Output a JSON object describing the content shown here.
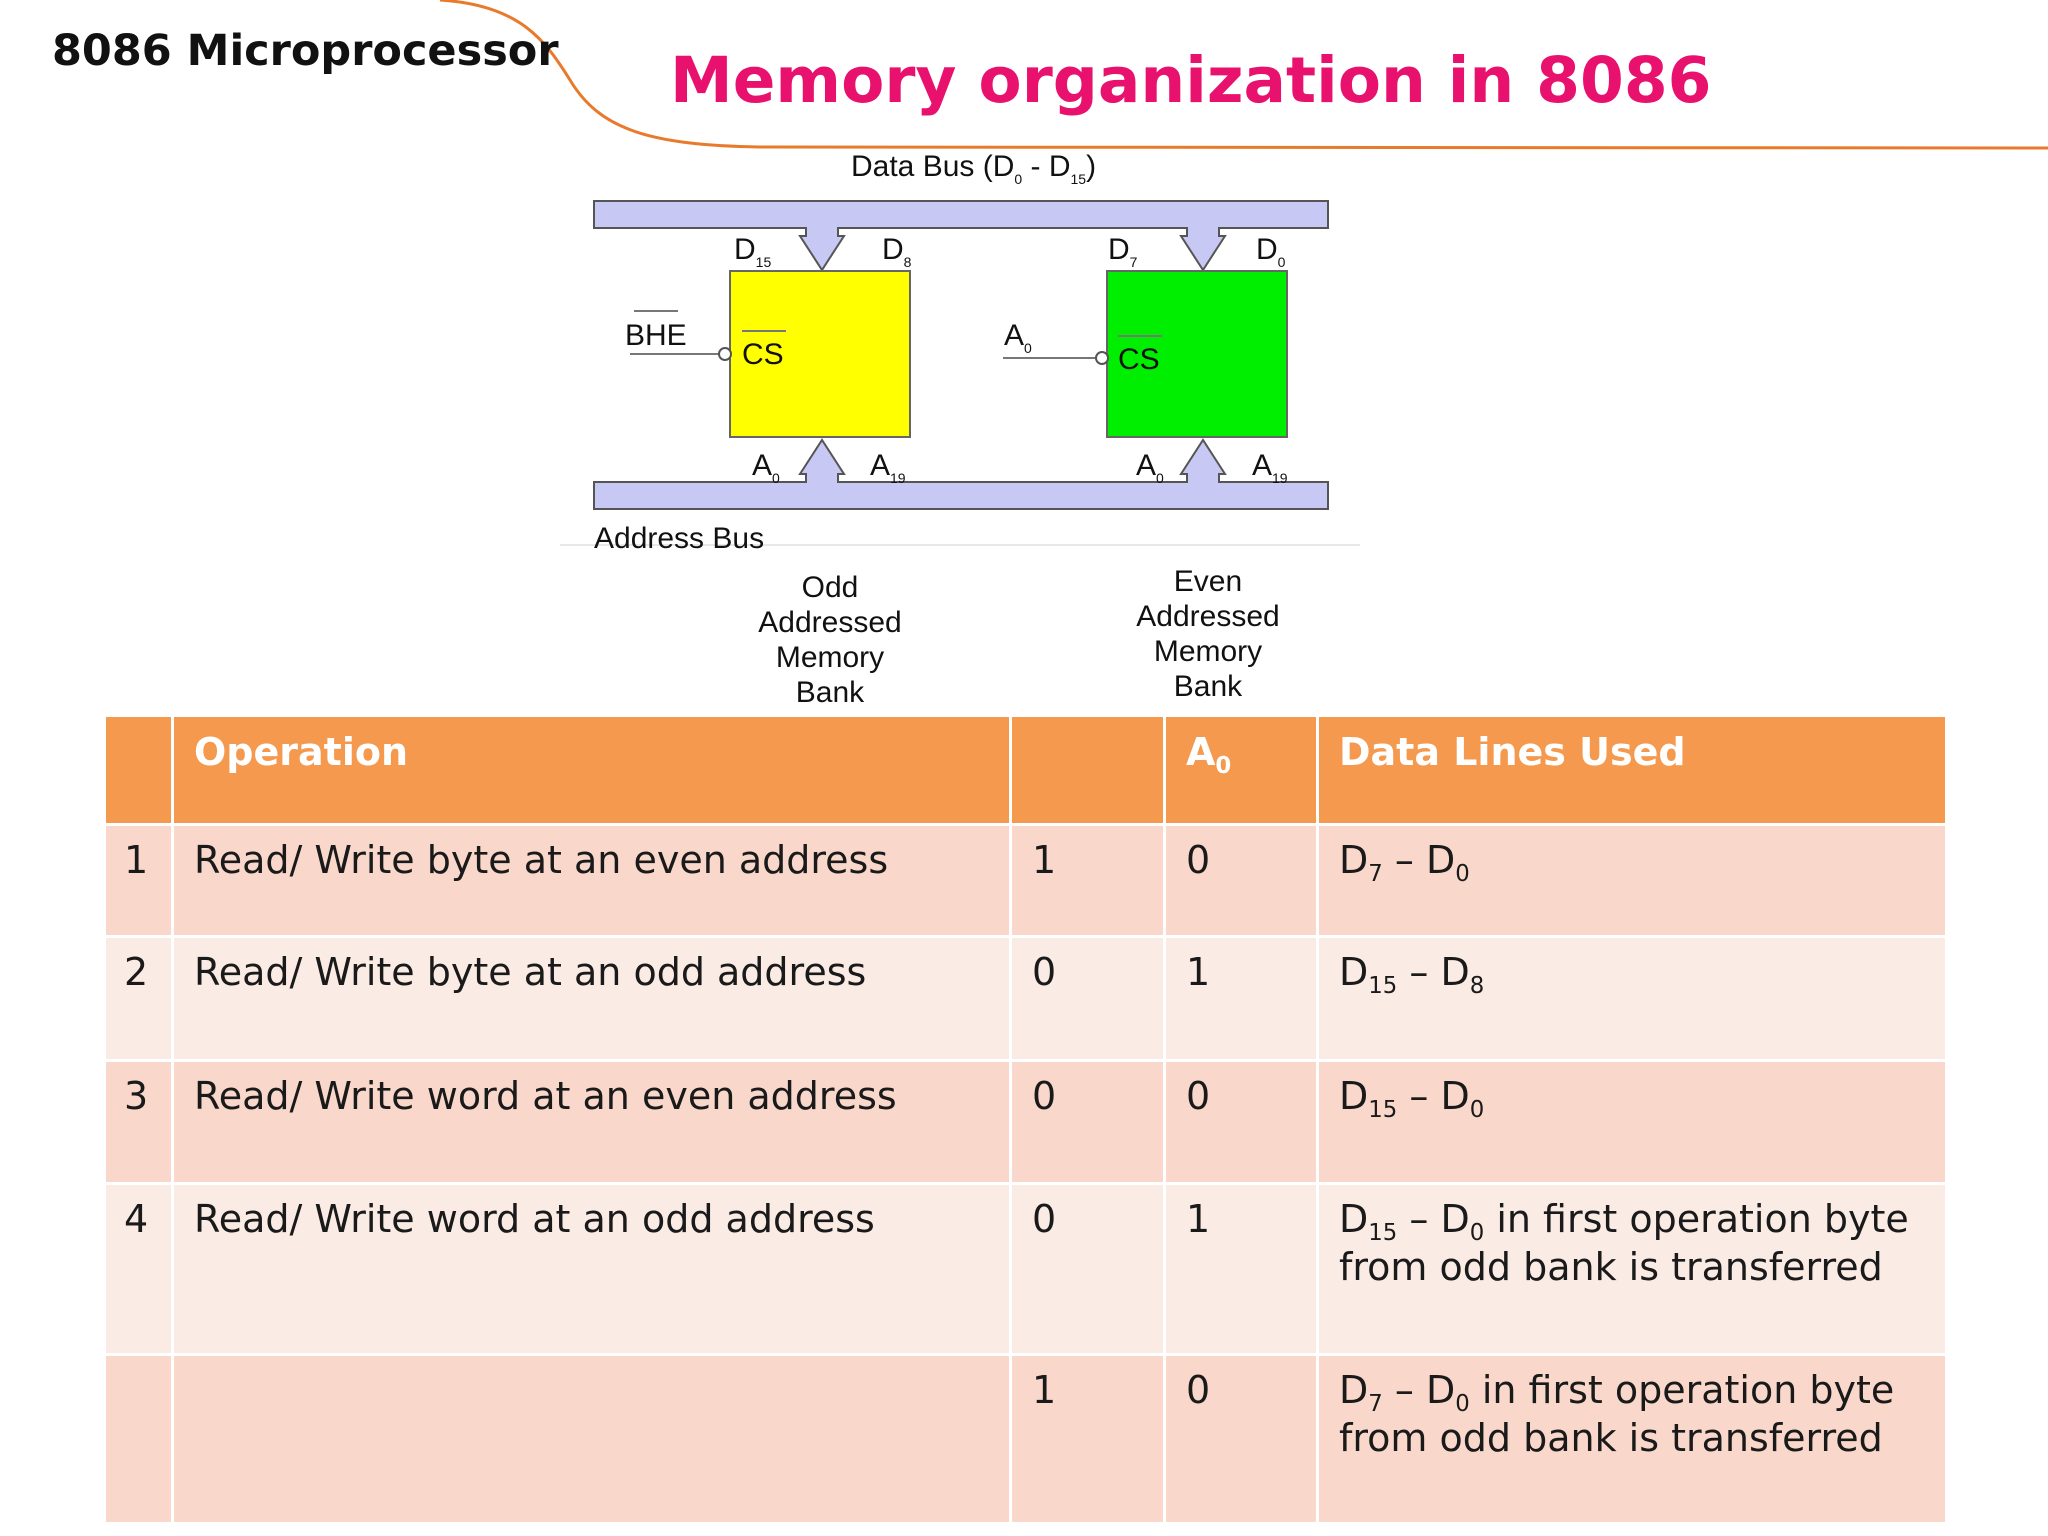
{
  "header": {
    "app_title": "8086 Microprocessor",
    "slide_title": "Memory organization in 8086",
    "accent_color": "#e8126e",
    "curve_color": "#e87a2c"
  },
  "diagram": {
    "data_bus_label": "Data Bus (D",
    "data_bus_sub_a": "0",
    "data_bus_mid": " - D",
    "data_bus_sub_b": "15",
    "data_bus_end": ")",
    "address_bus_label": "Address Bus",
    "odd_bank": {
      "color": "#ffff00",
      "cs": "CS",
      "select_signal": "BHE",
      "d_high": "D",
      "d_high_sub": "15",
      "d_low": "D",
      "d_low_sub": "8",
      "a_low": "A",
      "a_low_sub": "0",
      "a_high": "A",
      "a_high_sub": "19",
      "label": "Odd\nAddressed\nMemory\nBank"
    },
    "even_bank": {
      "color": "#00ee00",
      "cs": "CS",
      "select_signal": "A",
      "select_signal_sub": "0",
      "d_high": "D",
      "d_high_sub": "7",
      "d_low": "D",
      "d_low_sub": "0",
      "a_low": "A",
      "a_low_sub": "0",
      "a_high": "A",
      "a_high_sub": "19",
      "label": "Even\nAddressed\nMemory\nBank"
    },
    "bus_color": "#c8c8f4"
  },
  "table": {
    "headers": {
      "index": "",
      "operation": "Operation",
      "bhe": "",
      "a0": "A",
      "a0_sub": "0",
      "data_lines": "Data Lines Used"
    },
    "header_color": "#f4994e",
    "rows": [
      {
        "index": "1",
        "operation": "Read/ Write byte at an even address",
        "bhe": "1",
        "a0": "0",
        "d1": "D",
        "d1_sub": "7",
        "dash": " – ",
        "d2": "D",
        "d2_sub": "0",
        "rest": ""
      },
      {
        "index": "2",
        "operation": "Read/ Write byte at an odd address",
        "bhe": "0",
        "a0": "1",
        "d1": "D",
        "d1_sub": "15",
        "dash": " – ",
        "d2": "D",
        "d2_sub": "8",
        "rest": ""
      },
      {
        "index": "3",
        "operation": "Read/ Write word at an even address",
        "bhe": "0",
        "a0": "0",
        "d1": "D",
        "d1_sub": "15",
        "dash": " – ",
        "d2": "D",
        "d2_sub": "0",
        "rest": ""
      },
      {
        "index": "4",
        "operation": "Read/ Write word at an odd address",
        "bhe": "0",
        "a0": "1",
        "d1": "D",
        "d1_sub": "15",
        "dash": " – ",
        "d2": "D",
        "d2_sub": "0",
        "rest": " in first operation byte from odd bank is transferred"
      },
      {
        "index": "",
        "operation": "",
        "bhe": "1",
        "a0": "0",
        "d1": "D",
        "d1_sub": "7",
        "dash": " – ",
        "d2": "D",
        "d2_sub": "0",
        "rest": " in first operation byte from odd bank is transferred"
      }
    ]
  }
}
